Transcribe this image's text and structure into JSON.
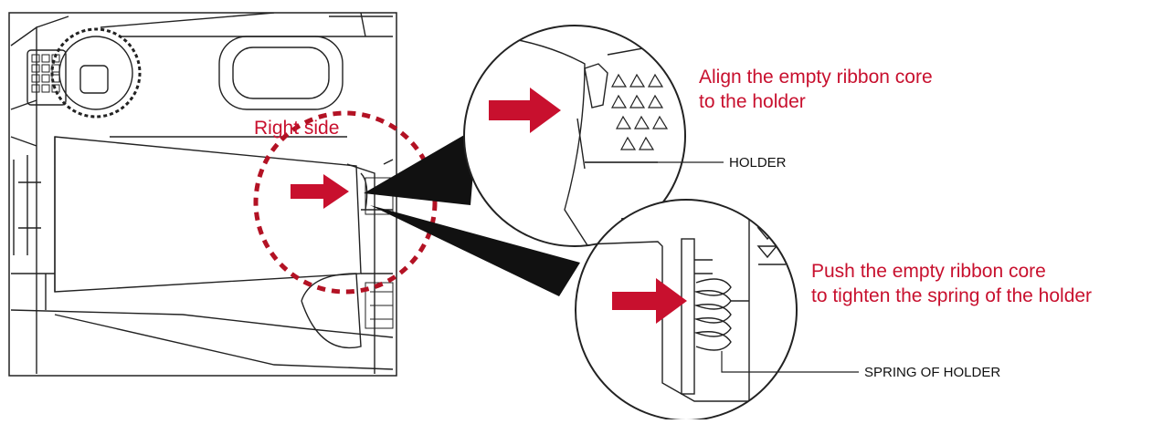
{
  "colors": {
    "accent_red": "#c8102e",
    "line": "#111111",
    "background": "#ffffff"
  },
  "labels": {
    "right_side": "Right side",
    "align_line1": "Align the empty ribbon core",
    "align_line2": "to the holder",
    "holder": "HOLDER",
    "push_line1": "Push the empty ribbon core",
    "push_line2": "to tighten the spring of the holder",
    "spring_of_holder": "SPRING OF HOLDER"
  },
  "icons": [
    "red-arrow-icon",
    "dashed-circle-highlight",
    "magnifier-callout"
  ]
}
